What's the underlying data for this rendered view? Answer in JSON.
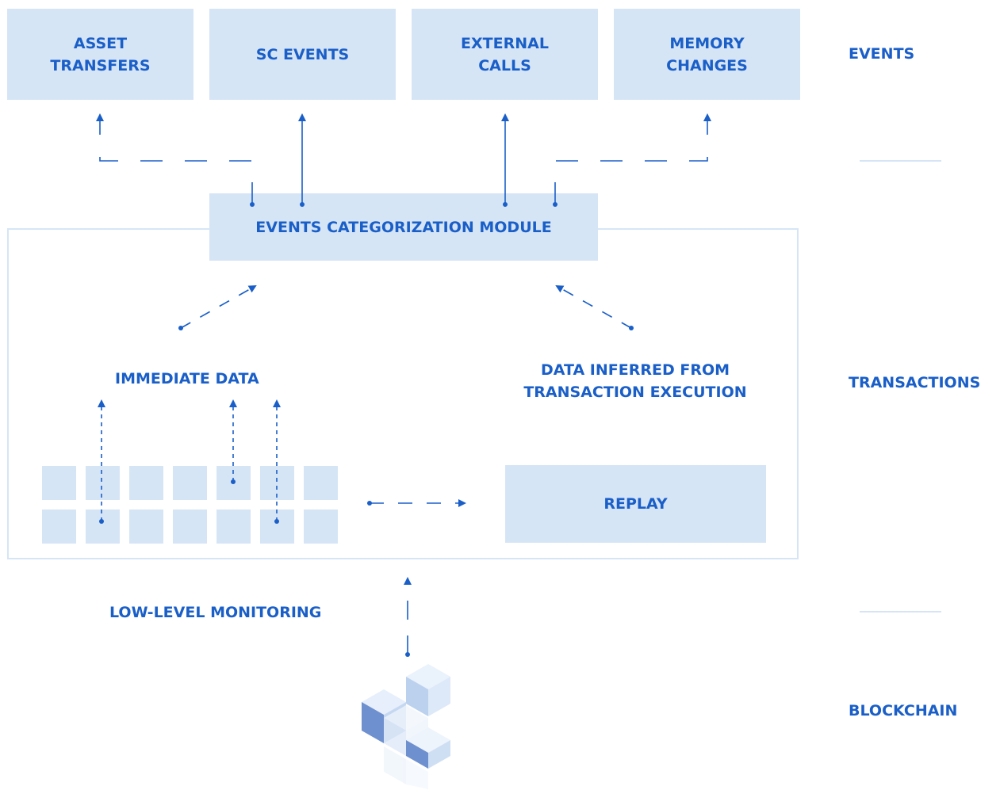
{
  "events_boxes": [
    {
      "label": "ASSET\nTRANSFERS"
    },
    {
      "label": "SC EVENTS"
    },
    {
      "label": "EXTERNAL\nCALLS"
    },
    {
      "label": "MEMORY\nCHANGES"
    }
  ],
  "module": {
    "label": "EVENTS CATEGORIZATION MODULE"
  },
  "immediate_data": "IMMEDIATE DATA",
  "inferred_data": "DATA INFERRED FROM\nTRANSACTION EXECUTION",
  "replay": "REPLAY",
  "low_level_monitoring": "LOW-LEVEL MONITORING",
  "layers": {
    "events": "EVENTS",
    "transactions": "TRANSACTIONS",
    "blockchain": "BLOCKCHAIN"
  },
  "colors": {
    "accent": "#1a5fc8",
    "box_fill": "#d6e5f6"
  },
  "icons": {
    "blockchain": "blockchain-cubes-icon"
  }
}
